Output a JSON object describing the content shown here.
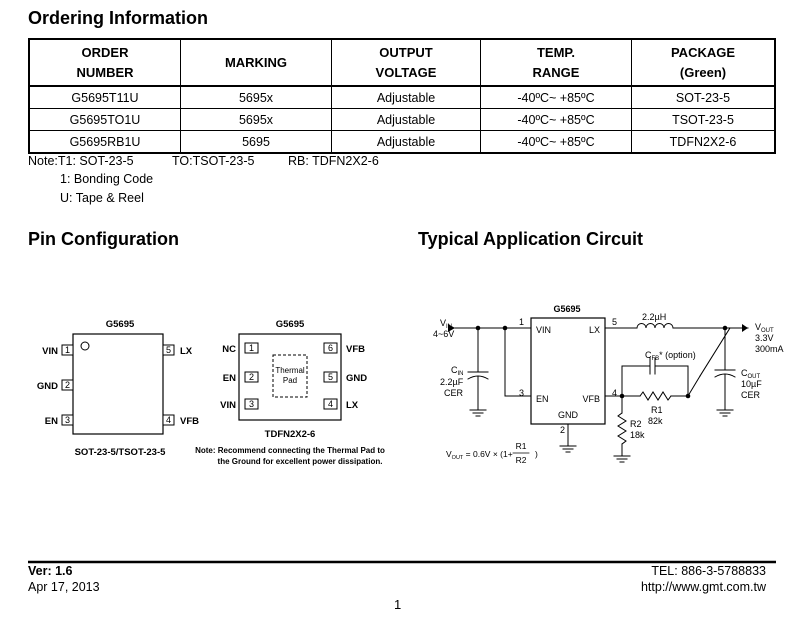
{
  "ordering": {
    "title": "Ordering Information",
    "headers": [
      [
        "ORDER",
        "NUMBER"
      ],
      [
        "MARKING"
      ],
      [
        "OUTPUT",
        "VOLTAGE"
      ],
      [
        "TEMP.",
        "RANGE"
      ],
      [
        "PACKAGE",
        "(Green)"
      ]
    ],
    "rows": [
      [
        "G5695T11U",
        "5695x",
        "Adjustable",
        "-40ºC~ +85ºC",
        "SOT-23-5"
      ],
      [
        "G5695TO1U",
        "5695x",
        "Adjustable",
        "-40ºC~ +85ºC",
        "TSOT-23-5"
      ],
      [
        "G5695RB1U",
        "5695",
        "Adjustable",
        "-40ºC~ +85ºC",
        "TDFN2X2-6"
      ]
    ],
    "notes": {
      "line1_a": "Note:T1: SOT-23-5",
      "line1_b": "TO:TSOT-23-5",
      "line1_c": "RB: TDFN2X2-6",
      "line2": "1: Bonding Code",
      "line3": "U: Tape & Reel"
    }
  },
  "pin_config": {
    "title": "Pin Configuration",
    "sot": {
      "part": "G5695",
      "pins": [
        {
          "num": "1",
          "name": "VIN"
        },
        {
          "num": "2",
          "name": "GND"
        },
        {
          "num": "3",
          "name": "EN"
        },
        {
          "num": "4",
          "name": "VFB"
        },
        {
          "num": "5",
          "name": "LX"
        }
      ],
      "caption": "SOT-23-5/TSOT-23-5"
    },
    "tdfn": {
      "part": "G5695",
      "pins": [
        {
          "num": "1",
          "name": "NC"
        },
        {
          "num": "2",
          "name": "EN"
        },
        {
          "num": "3",
          "name": "VIN"
        },
        {
          "num": "4",
          "name": "LX"
        },
        {
          "num": "5",
          "name": "GND"
        },
        {
          "num": "6",
          "name": "VFB"
        }
      ],
      "pad_line1": "Thermal",
      "pad_line2": "Pad",
      "caption": "TDFN2X2-6",
      "note_line1": "Note: Recommend connecting the Thermal Pad to",
      "note_line2": "the Ground for excellent power dissipation."
    }
  },
  "app_circuit": {
    "title": "Typical Application Circuit",
    "ic_name": "G5695",
    "ic_pins": {
      "vin": "VIN",
      "lx": "LX",
      "en": "EN",
      "vfb": "VFB",
      "gnd": "GND"
    },
    "pin_nums": {
      "p1": "1",
      "p5": "5",
      "p3": "3",
      "p4": "4",
      "p2": "2"
    },
    "vin_label": "V",
    "vin_sub": "IN",
    "vin_range": "4~6V",
    "cin_label": "C",
    "cin_sub": "IN",
    "cin_val": "2.2µF",
    "cin_type": "CER",
    "inductor": "2.2µH",
    "cff_label": "C",
    "cff_sub": "FB",
    "cff_opt": "* (option)",
    "r1_name": "R1",
    "r1_val": "82k",
    "r2_name": "R2",
    "r2_val": "18k",
    "vout_label": "V",
    "vout_sub": "OUT",
    "vout_v": "3.3V",
    "vout_i": "300mA",
    "cout_label": "C",
    "cout_sub": "OUT",
    "cout_val": "10µF",
    "cout_type": "CER",
    "formula_a": "V",
    "formula_sub": "OUT",
    "formula_b": " = 0.6V × (1+",
    "formula_num": "R1",
    "formula_den": "R2",
    "formula_c": ")"
  },
  "footer": {
    "ver": "Ver: 1.6",
    "date": "Apr 17, 2013",
    "tel": "TEL: 886-3-5788833",
    "url": "http://www.gmt.com.tw",
    "page": "1"
  }
}
